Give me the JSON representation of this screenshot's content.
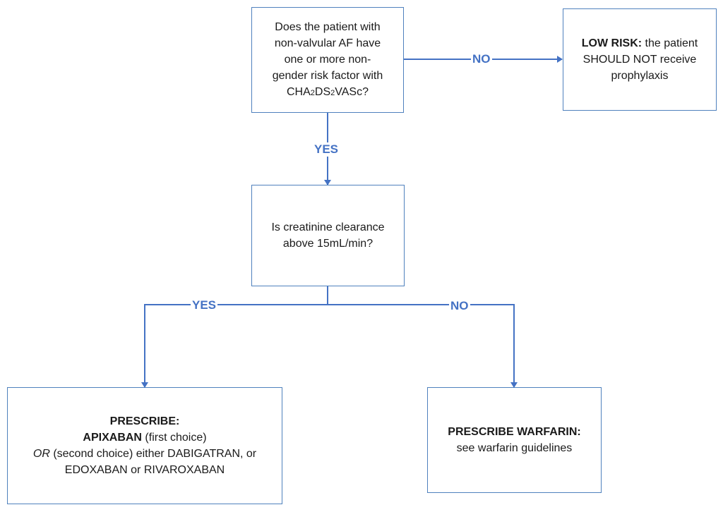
{
  "boxes": {
    "q1": {
      "lines": [
        "Does the patient with",
        "non-valvular AF have",
        "one or more non-",
        "gender risk factor with"
      ],
      "last_line": [
        "CHA",
        "2",
        "DS",
        "2",
        "VASc?"
      ]
    },
    "low_risk": {
      "bold": "LOW RISK:",
      "text1": " the patient",
      "text2": "SHOULD NOT receive",
      "text3": "prophylaxis"
    },
    "q2": {
      "line1": "Is creatinine clearance",
      "line2": "above 15mL/min?"
    },
    "prescribe_doac": {
      "title": "PRESCRIBE:",
      "drug": "APIXABAN",
      "drug_note": " (first choice)",
      "or": "OR",
      "line3": " (second choice) either DABIGATRAN, or",
      "line4": "EDOXABAN or RIVAROXABAN"
    },
    "prescribe_warfarin": {
      "title": "PRESCRIBE WARFARIN:",
      "text": "see warfarin guidelines"
    }
  },
  "labels": {
    "no_top": "NO",
    "yes_mid": "YES",
    "yes_left": "YES",
    "no_right": "NO"
  },
  "colors": {
    "border": "#4f81bd",
    "arrow": "#4472c4",
    "label": "#4472c4"
  }
}
